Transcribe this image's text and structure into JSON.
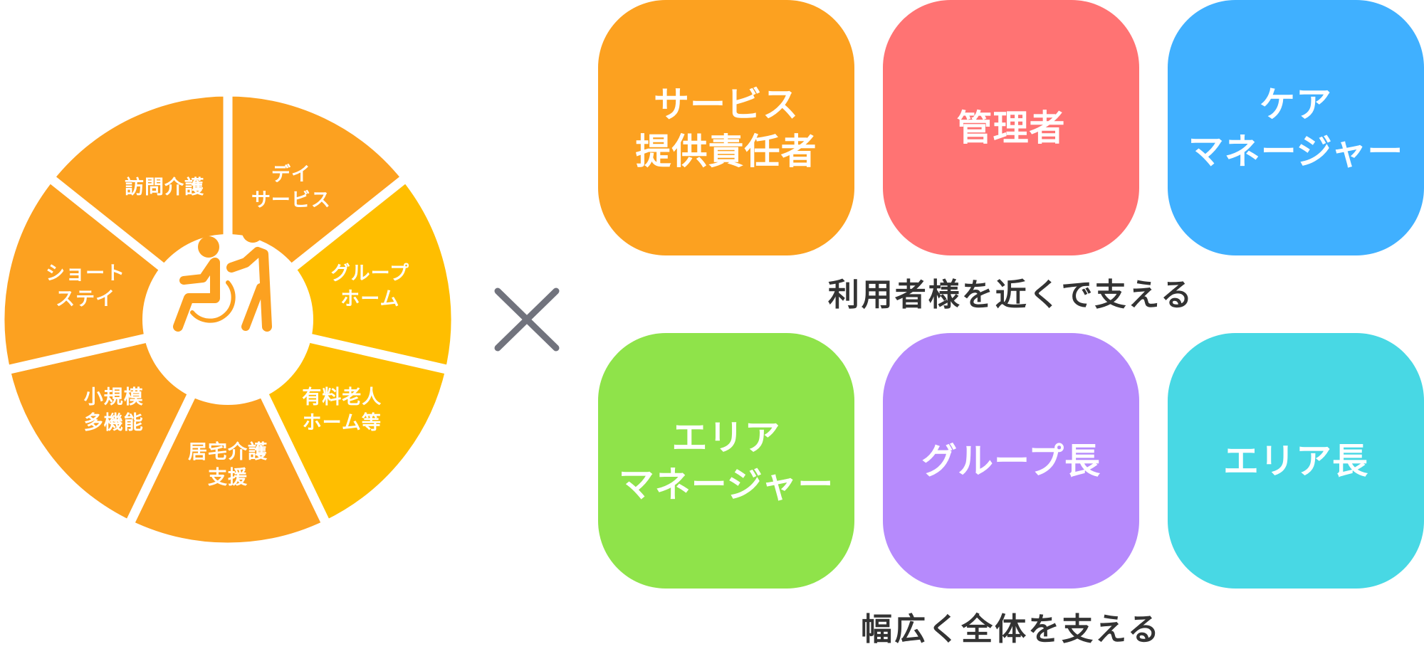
{
  "wheel": {
    "center_icon": "caregiver-pushing-wheelchair-icon",
    "colors": {
      "orange": "#FCA120",
      "yellow": "#FFBE00",
      "inner": "#FFFFFF"
    },
    "segments": [
      {
        "label": "デイ\nサービス",
        "color": "#FCA120"
      },
      {
        "label": "グループ\nホーム",
        "color": "#FFBE00"
      },
      {
        "label": "有料老人\nホーム等",
        "color": "#FFBE00"
      },
      {
        "label": "居宅介護\n支援",
        "color": "#FCA120"
      },
      {
        "label": "小規模\n多機能",
        "color": "#FCA120"
      },
      {
        "label": "ショート\nステイ",
        "color": "#FCA120"
      },
      {
        "label": "訪問介護",
        "color": "#FCA120"
      }
    ]
  },
  "operator": {
    "symbol": "×",
    "color": "#71737D"
  },
  "roles": {
    "group1": {
      "caption": "利用者様を近くで支える",
      "items": [
        {
          "label": "サービス\n提供責任者",
          "color": "#FCA120"
        },
        {
          "label": "管理者",
          "color": "#FF7373"
        },
        {
          "label": "ケア\nマネージャー",
          "color": "#40B0FF"
        }
      ]
    },
    "group2": {
      "caption": "幅広く全体を支える",
      "items": [
        {
          "label": "エリア\nマネージャー",
          "color": "#8FE34A"
        },
        {
          "label": "グループ長",
          "color": "#B68AFC"
        },
        {
          "label": "エリア長",
          "color": "#48D8E4"
        }
      ]
    }
  }
}
